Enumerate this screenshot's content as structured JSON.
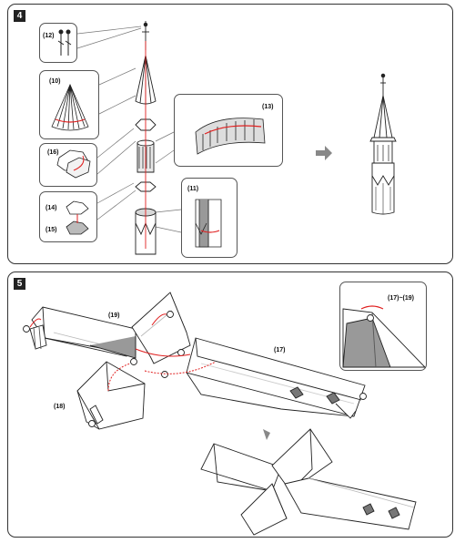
{
  "steps": {
    "step4": "4",
    "step5": "5"
  },
  "step4_parts": {
    "p12": "(12)",
    "p10": "(10)",
    "p16": "(16)",
    "p14": "(14)",
    "p15": "(15)",
    "p13": "(13)",
    "p11": "(11)"
  },
  "step5_parts": {
    "p19": "(19)",
    "p18": "(18)",
    "p17": "(17)",
    "range": "(17)~(19)"
  },
  "colors": {
    "arrow": "#e02020",
    "accent_gray": "#9a9a9a",
    "step_box": "#222222"
  },
  "icons": {
    "next_arrow": "gray-right-arrow-icon",
    "down_arrow": "gray-down-arrow-icon"
  }
}
